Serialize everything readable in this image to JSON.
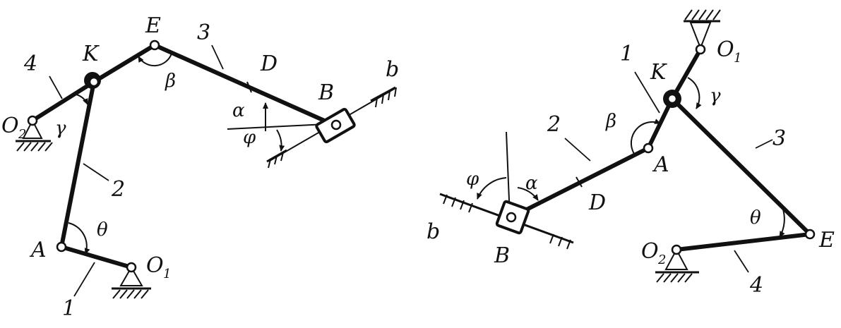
{
  "left": {
    "labels": {
      "E": "E",
      "K": "K",
      "three": "3",
      "four": "4",
      "D": "D",
      "B": "B",
      "b": "b",
      "O2": "O",
      "O2_sub": "2",
      "alpha": "α",
      "beta": "β",
      "phi": "φ",
      "gamma": "γ",
      "two": "2",
      "theta": "θ",
      "A": "A",
      "O1": "O",
      "O1_sub": "1",
      "one": "1"
    }
  },
  "right": {
    "labels": {
      "O1": "O",
      "O1_sub": "1",
      "one": "1",
      "K": "K",
      "gamma": "γ",
      "beta": "β",
      "two": "2",
      "three": "3",
      "A": "A",
      "phi": "φ",
      "alpha": "α",
      "D": "D",
      "b": "b",
      "B": "B",
      "theta": "θ",
      "E": "E",
      "O2": "O",
      "O2_sub": "2",
      "four": "4"
    }
  },
  "colors": {
    "ink": "#111111",
    "background": "#ffffff"
  }
}
